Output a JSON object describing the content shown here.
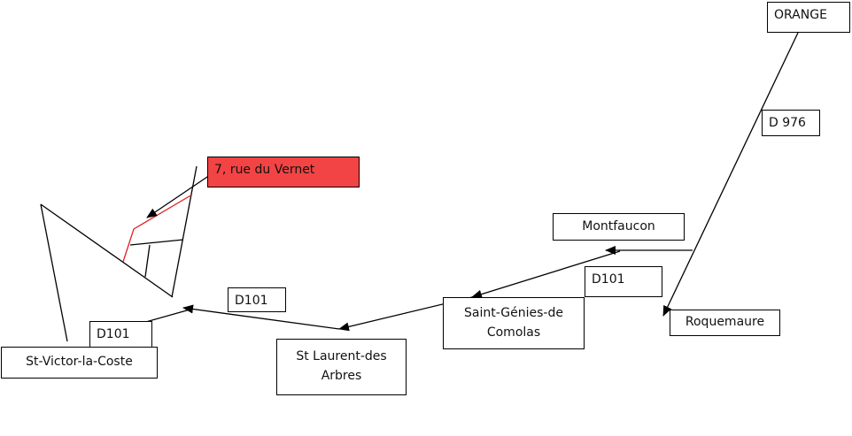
{
  "places": {
    "orange": "ORANGE",
    "montfaucon": "Montfaucon",
    "roquemaure": "Roquemaure",
    "saint_genies": "Saint-Génies-de Comolas",
    "st_laurent": "St Laurent-des Arbres",
    "st_victor": "St-Victor-la-Coste",
    "destination": "7, rue du Vernet"
  },
  "roads": {
    "d976": "D 976",
    "d101_a": "D101",
    "d101_b": "D101",
    "d101_c": "D101"
  },
  "colors": {
    "destination_fill": "#f24444",
    "street_highlight": "#e02020",
    "line": "#000000"
  }
}
